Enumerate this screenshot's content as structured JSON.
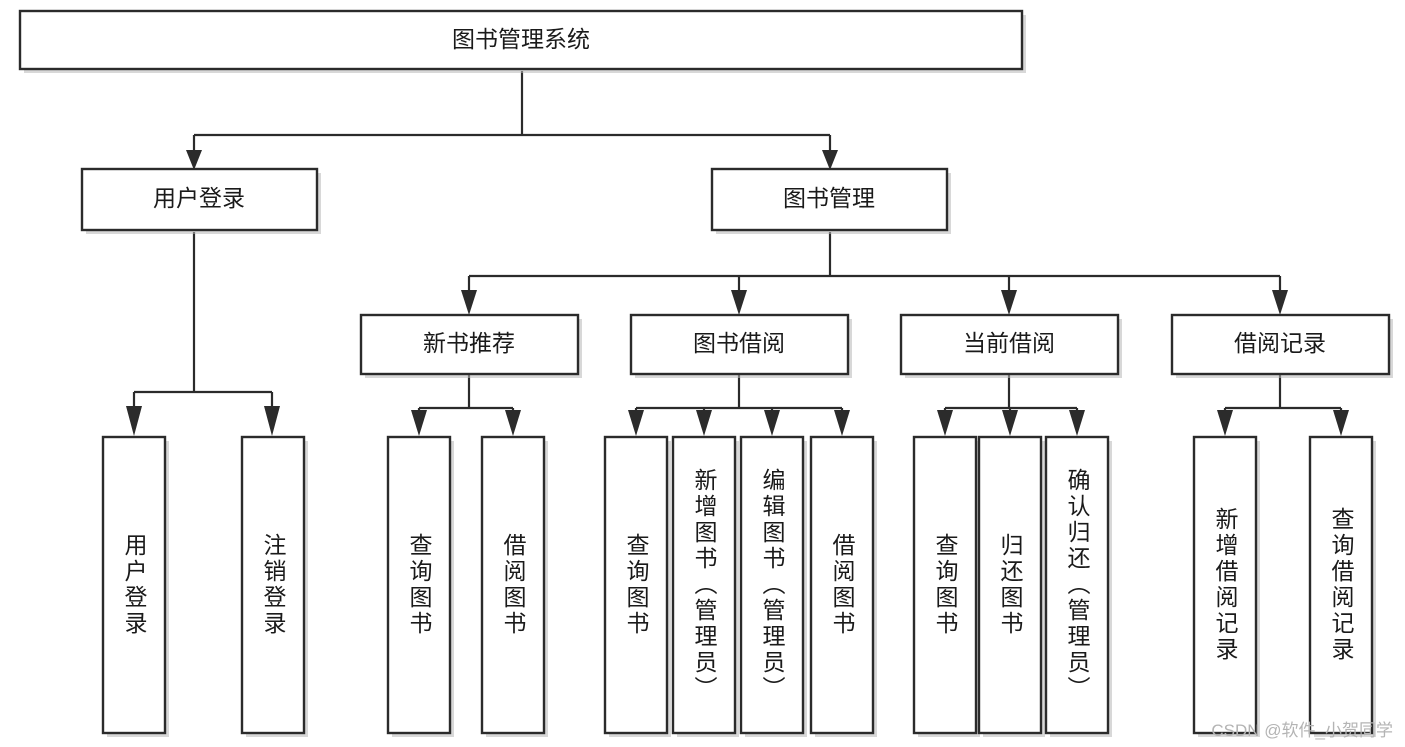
{
  "diagram": {
    "type": "tree-hierarchy",
    "title": "图书管理系统",
    "orientation": "top-down",
    "root": {
      "id": "root",
      "label": "图书管理系统",
      "text_direction": "horizontal"
    },
    "level2": [
      {
        "id": "user-login",
        "label": "用户登录",
        "text_direction": "horizontal"
      },
      {
        "id": "book-manage",
        "label": "图书管理",
        "text_direction": "horizontal"
      }
    ],
    "level3": [
      {
        "id": "new-book-rec",
        "label": "新书推荐",
        "parent": "book-manage",
        "text_direction": "horizontal"
      },
      {
        "id": "book-borrow",
        "label": "图书借阅",
        "parent": "book-manage",
        "text_direction": "horizontal"
      },
      {
        "id": "current-borrow",
        "label": "当前借阅",
        "parent": "book-manage",
        "text_direction": "horizontal"
      },
      {
        "id": "borrow-record",
        "label": "借阅记录",
        "parent": "book-manage",
        "text_direction": "horizontal"
      }
    ],
    "leaves": [
      {
        "id": "leaf-user-login",
        "label": "用户登录",
        "parent": "user-login",
        "text_direction": "vertical"
      },
      {
        "id": "leaf-logout",
        "label": "注销登录",
        "parent": "user-login",
        "text_direction": "vertical"
      },
      {
        "id": "leaf-query-book-1",
        "label": "查询图书",
        "parent": "new-book-rec",
        "text_direction": "vertical"
      },
      {
        "id": "leaf-borrow-book-1",
        "label": "借阅图书",
        "parent": "new-book-rec",
        "text_direction": "vertical"
      },
      {
        "id": "leaf-query-book-2",
        "label": "查询图书",
        "parent": "book-borrow",
        "text_direction": "vertical"
      },
      {
        "id": "leaf-add-book",
        "label": "新增图书（管理员）",
        "parent": "book-borrow",
        "text_direction": "vertical"
      },
      {
        "id": "leaf-edit-book",
        "label": "编辑图书（管理员）",
        "parent": "book-borrow",
        "text_direction": "vertical"
      },
      {
        "id": "leaf-borrow-book-2",
        "label": "借阅图书",
        "parent": "book-borrow",
        "text_direction": "vertical"
      },
      {
        "id": "leaf-query-book-3",
        "label": "查询图书",
        "parent": "current-borrow",
        "text_direction": "vertical"
      },
      {
        "id": "leaf-return-book",
        "label": "归还图书",
        "parent": "current-borrow",
        "text_direction": "vertical"
      },
      {
        "id": "leaf-confirm-return",
        "label": "确认归还（管理员）",
        "parent": "current-borrow",
        "text_direction": "vertical"
      },
      {
        "id": "leaf-add-record",
        "label": "新增借阅记录",
        "parent": "borrow-record",
        "text_direction": "vertical"
      },
      {
        "id": "leaf-query-record",
        "label": "查询借阅记录",
        "parent": "borrow-record",
        "text_direction": "vertical"
      }
    ]
  },
  "watermark": {
    "text": "CSDN @软件_小贺同学"
  },
  "colors": {
    "stroke": "#2b2b2b",
    "fill": "#ffffff",
    "text": "#1a1a1a",
    "watermark": "#b4b4b4",
    "background": "#ffffff"
  }
}
